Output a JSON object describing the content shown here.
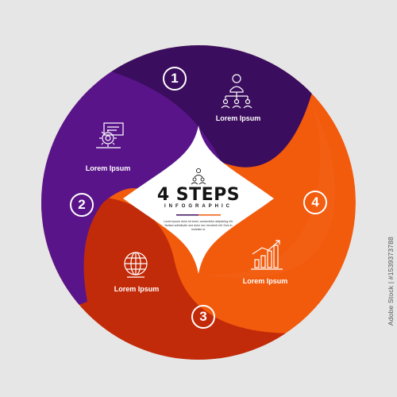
{
  "colors": {
    "background": "#e6e6e6",
    "step1": "#3b0d5e",
    "step2": "#5a148a",
    "step3": "#c22b0a",
    "step4": "#f25a0c",
    "center": "#ffffff"
  },
  "center": {
    "title": "4 STEPS",
    "subtitle": "INFOGRAPHIC",
    "description": "Lorem ipsum dolor sit amet, consectetur adipiscing elit. Nullam sollicitudin sed dolor nec hendrerit elit. Duis in molestie ut."
  },
  "steps": [
    {
      "number": "1",
      "label": "Lorem Ipsum",
      "icon": "organization-chart-icon"
    },
    {
      "number": "2",
      "label": "Lorem Ipsum",
      "icon": "gear-presentation-icon"
    },
    {
      "number": "3",
      "label": "Lorem Ipsum",
      "icon": "globe-icon"
    },
    {
      "number": "4",
      "label": "Lorem Ipsum",
      "icon": "growth-chart-icon"
    }
  ],
  "watermark": "Adobe Stock | #1539373788"
}
